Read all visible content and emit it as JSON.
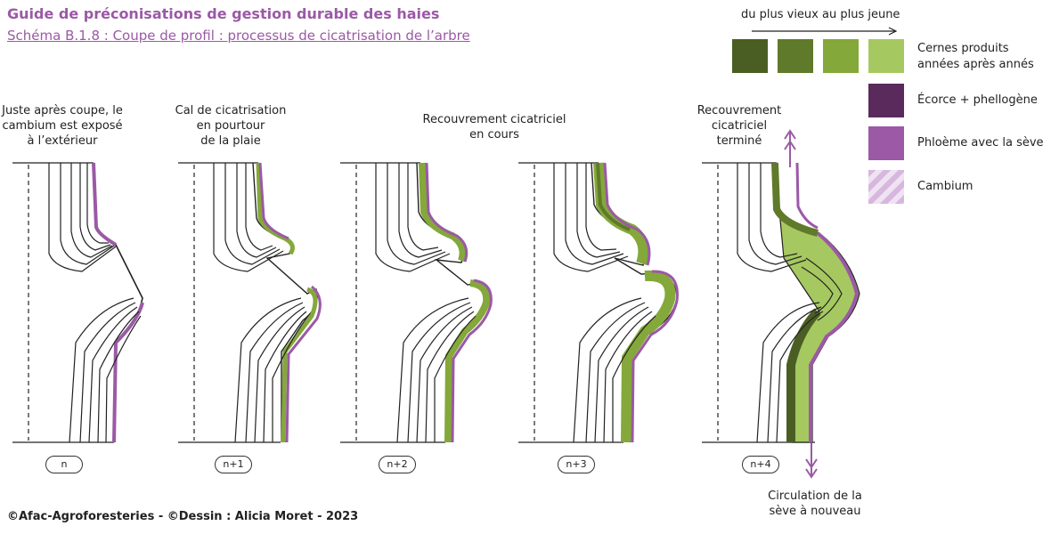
{
  "header": {
    "title": "Guide de préconisations de gestion durable des haies",
    "subtitle": "Schéma B.1.8 : Coupe de profil : processus de cicatrisation de l’arbre"
  },
  "stages": [
    {
      "caption": [
        "Juste après coupe, le",
        "cambium est exposé",
        "à l’extérieur"
      ],
      "label": "n"
    },
    {
      "caption": [
        "Cal de cicatrisation",
        "en pourtour",
        "de la plaie"
      ],
      "label": "n+1"
    },
    {
      "caption": [
        "Recouvrement cicatriciel",
        "en cours"
      ],
      "label": "n+2"
    },
    {
      "caption": [],
      "label": "n+3"
    },
    {
      "caption": [
        "Recouvrement",
        "cicatriciel",
        "terminé"
      ],
      "label": "n+4"
    }
  ],
  "legend": {
    "arrow_label": "du plus vieux au plus jeune",
    "rings_label": [
      "Cernes produits",
      "années après annés"
    ],
    "bark_label": "Écorce + phellogène",
    "phloem_label": "Phloème avec la sève",
    "cambium_label": "Cambium",
    "ring_colors": [
      "#4a5e23",
      "#5f7a2a",
      "#84a83a",
      "#a6c860"
    ],
    "bark_color": "#5a2a5c",
    "phloem_color": "#9b59a6",
    "cambium_color": "#d7b7de"
  },
  "sap_note": [
    "Circulation de la",
    "sève à nouveau"
  ],
  "footer": "©Afac-Agroforesteries - ©Dessin : Alicia Moret - 2023"
}
